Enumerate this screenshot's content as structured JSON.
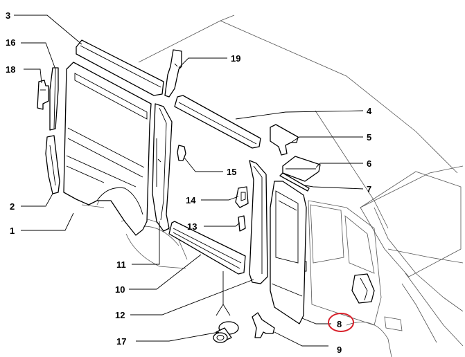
{
  "diagram": {
    "callouts": [
      {
        "id": "3",
        "label": "3"
      },
      {
        "id": "16",
        "label": "16"
      },
      {
        "id": "18",
        "label": "18"
      },
      {
        "id": "2",
        "label": "2"
      },
      {
        "id": "1",
        "label": "1"
      },
      {
        "id": "19",
        "label": "19"
      },
      {
        "id": "4",
        "label": "4"
      },
      {
        "id": "5",
        "label": "5"
      },
      {
        "id": "6",
        "label": "6"
      },
      {
        "id": "7",
        "label": "7"
      },
      {
        "id": "15",
        "label": "15"
      },
      {
        "id": "14",
        "label": "14"
      },
      {
        "id": "13",
        "label": "13"
      },
      {
        "id": "11",
        "label": "11"
      },
      {
        "id": "10",
        "label": "10"
      },
      {
        "id": "12",
        "label": "12"
      },
      {
        "id": "17",
        "label": "17"
      },
      {
        "id": "8",
        "label": "8",
        "highlighted": true
      },
      {
        "id": "9",
        "label": "9"
      }
    ],
    "colors": {
      "line": "#000000",
      "background": "#ffffff",
      "highlight": "#d8202a"
    }
  }
}
